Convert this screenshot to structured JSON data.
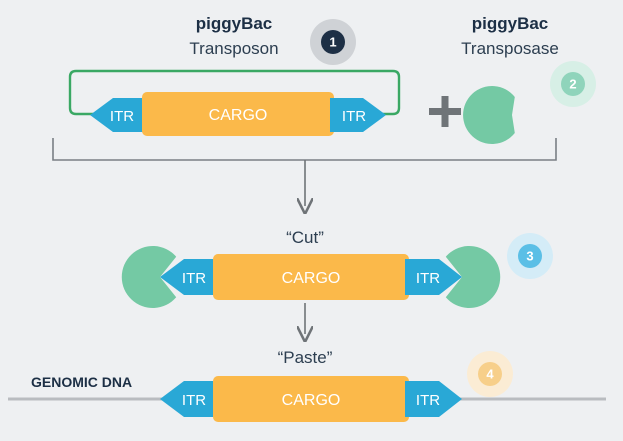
{
  "transposon": {
    "title_bold": "piggyBac",
    "title": "Transposon"
  },
  "transposase": {
    "title_bold": "piggyBac",
    "title": "Transposase"
  },
  "steps": [
    {
      "number": "1",
      "fill": "#cfd2d6",
      "inner": "#1d2f45",
      "text_color": "#ffffff"
    },
    {
      "number": "2",
      "fill": "#d7efe6",
      "inner": "#8fd4bb",
      "text_color": "#ffffff"
    },
    {
      "number": "3",
      "fill": "#d4ecf7",
      "inner": "#5bbfe6",
      "text_color": "#ffffff"
    },
    {
      "number": "4",
      "fill": "#fbecd4",
      "inner": "#f7cf8a",
      "text_color": "#ffffff"
    }
  ],
  "labels": {
    "cut": "“Cut”",
    "paste": "“Paste”",
    "genomic_dna": "GENOMIC DNA"
  },
  "element": {
    "itr": "ITR",
    "cargo": "CARGO"
  },
  "plus": "+",
  "colors": {
    "cargo": "#fbb94a",
    "itr": "#29a8d6",
    "enzyme": "#74c9a4",
    "bracket": "#7a7f85",
    "loop": "#3aa864",
    "dna": "#b9bcc0",
    "plus": "#6f7478",
    "arrow": "#6f7478"
  }
}
